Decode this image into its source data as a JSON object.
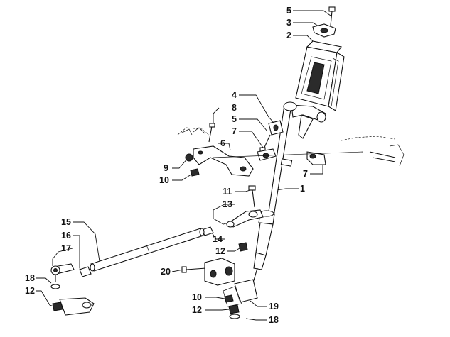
{
  "diagram": {
    "title": "Steering post assembly exploded view",
    "callouts": [
      {
        "id": "c-5a",
        "label": "5"
      },
      {
        "id": "c-3",
        "label": "3"
      },
      {
        "id": "c-2",
        "label": "2"
      },
      {
        "id": "c-4",
        "label": "4"
      },
      {
        "id": "c-8",
        "label": "8"
      },
      {
        "id": "c-5b",
        "label": "5"
      },
      {
        "id": "c-7a",
        "label": "7"
      },
      {
        "id": "c-6",
        "label": "6"
      },
      {
        "id": "c-9",
        "label": "9"
      },
      {
        "id": "c-10a",
        "label": "10"
      },
      {
        "id": "c-7b",
        "label": "7"
      },
      {
        "id": "c-1",
        "label": "1"
      },
      {
        "id": "c-11",
        "label": "11"
      },
      {
        "id": "c-13",
        "label": "13"
      },
      {
        "id": "c-14",
        "label": "14"
      },
      {
        "id": "c-12a",
        "label": "12"
      },
      {
        "id": "c-15",
        "label": "15"
      },
      {
        "id": "c-16",
        "label": "16"
      },
      {
        "id": "c-17",
        "label": "17"
      },
      {
        "id": "c-20",
        "label": "20"
      },
      {
        "id": "c-18a",
        "label": "18"
      },
      {
        "id": "c-12b",
        "label": "12"
      },
      {
        "id": "c-10b",
        "label": "10"
      },
      {
        "id": "c-19",
        "label": "19"
      },
      {
        "id": "c-12c",
        "label": "12"
      },
      {
        "id": "c-18b",
        "label": "18"
      }
    ]
  }
}
